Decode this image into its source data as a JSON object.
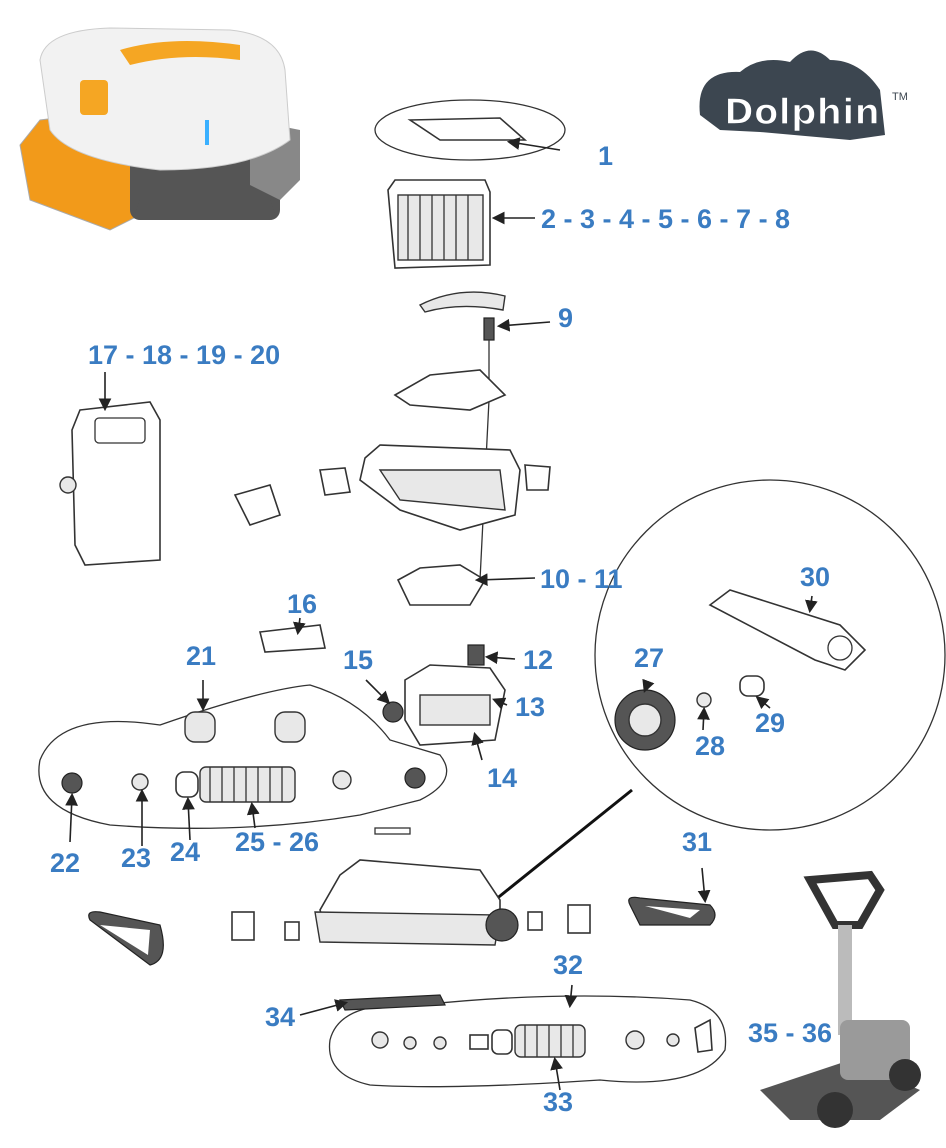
{
  "title": "Dolphin robotic pool cleaner exploded parts diagram",
  "logo": {
    "text": "Dolphin",
    "trademark": "TM",
    "color": "#3c4650"
  },
  "label_color": "#3a7cc2",
  "labels": {
    "l1": "1",
    "l2_8": "2 - 3 - 4 - 5 - 6 - 7 - 8",
    "l9": "9",
    "l17_20": "17 - 18 - 19 - 20",
    "l10_11": "10 - 11",
    "l30": "30",
    "l16": "16",
    "l21": "21",
    "l27": "27",
    "l15": "15",
    "l12": "12",
    "l13": "13",
    "l29": "29",
    "l28": "28",
    "l14": "14",
    "l25_26": "25 - 26",
    "l24": "24",
    "l31": "31",
    "l23": "23",
    "l22": "22",
    "l32": "32",
    "l34": "34",
    "l35_36": "35 - 36",
    "l33": "33"
  }
}
